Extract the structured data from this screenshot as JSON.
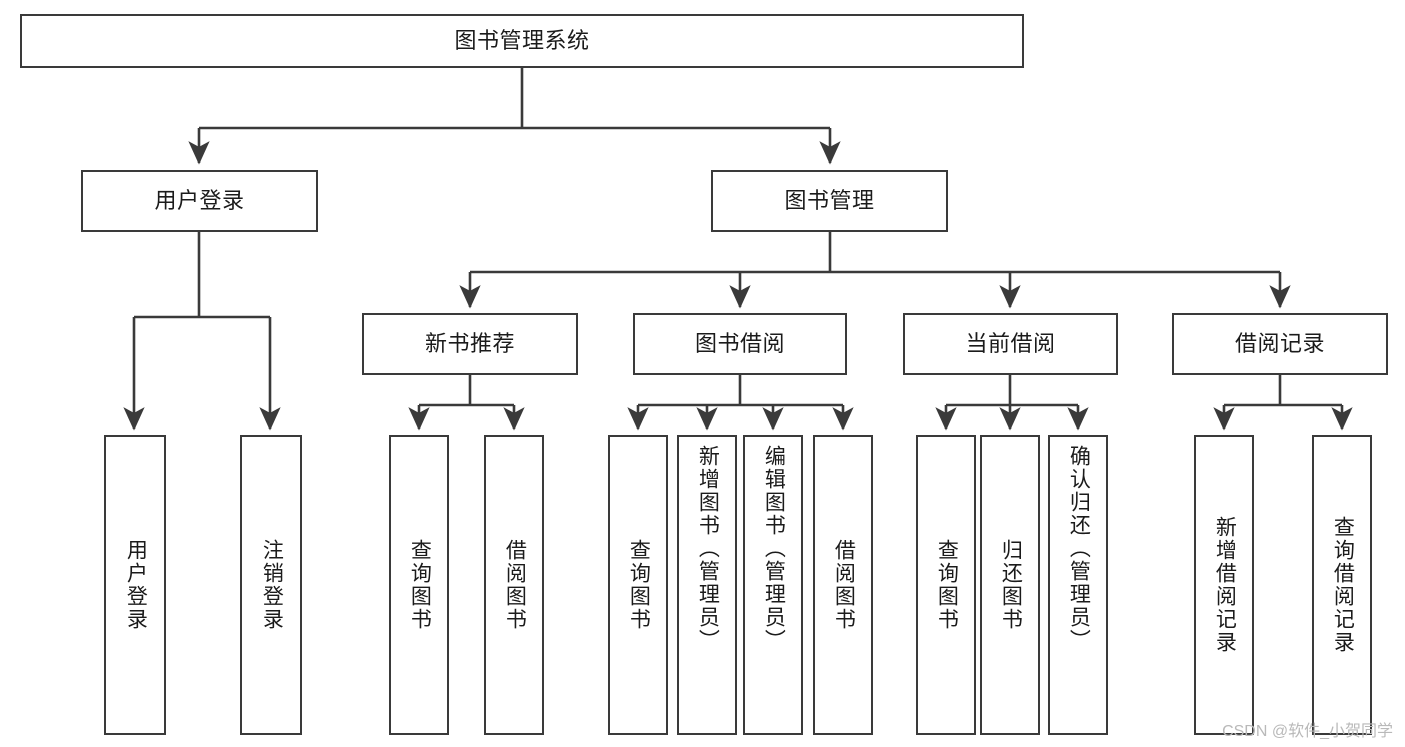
{
  "diagram": {
    "title": "图书管理系统",
    "type": "tree-hierarchy-chart",
    "watermark": "CSDN @软件_小贺同学",
    "colors": {
      "stroke": "#3a3a3a",
      "fill": "#ffffff",
      "text": "#1b1b1b",
      "watermark": "#b9b9b9"
    },
    "nodes": {
      "root": {
        "label": "图书管理系统"
      },
      "level2": [
        {
          "id": "user-login",
          "label": "用户登录"
        },
        {
          "id": "book-management",
          "label": "图书管理"
        }
      ],
      "level3": [
        {
          "id": "new-book-recommend",
          "label": "新书推荐"
        },
        {
          "id": "book-borrow",
          "label": "图书借阅"
        },
        {
          "id": "current-borrow",
          "label": "当前借阅"
        },
        {
          "id": "borrow-record",
          "label": "借阅记录"
        }
      ],
      "leaves": {
        "user-login": [
          {
            "id": "leaf-user-login",
            "label": "用户登录"
          },
          {
            "id": "leaf-logout-login",
            "label": "注销登录"
          }
        ],
        "new-book-recommend": [
          {
            "id": "leaf-query-book-1",
            "label": "查询图书"
          },
          {
            "id": "leaf-borrow-book-1",
            "label": "借阅图书"
          }
        ],
        "book-borrow": [
          {
            "id": "leaf-query-book-2",
            "label": "查询图书"
          },
          {
            "id": "leaf-add-book",
            "label": "新增图书（管理员）"
          },
          {
            "id": "leaf-edit-book",
            "label": "编辑图书（管理员）"
          },
          {
            "id": "leaf-borrow-book-2",
            "label": "借阅图书"
          }
        ],
        "current-borrow": [
          {
            "id": "leaf-query-book-3",
            "label": "查询图书"
          },
          {
            "id": "leaf-return-book",
            "label": "归还图书"
          },
          {
            "id": "leaf-confirm-return",
            "label": "确认归还（管理员）"
          }
        ],
        "borrow-record": [
          {
            "id": "leaf-add-record",
            "label": "新增借阅记录"
          },
          {
            "id": "leaf-query-record",
            "label": "查询借阅记录"
          }
        ]
      }
    }
  }
}
